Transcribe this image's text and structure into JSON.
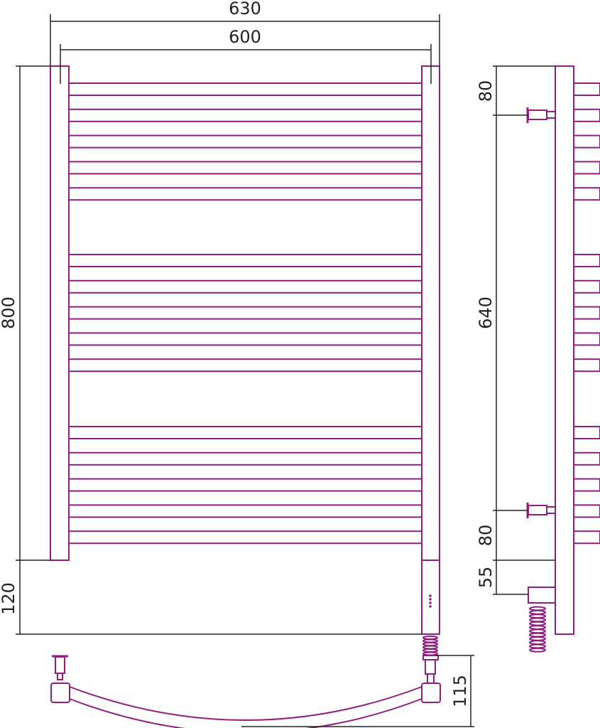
{
  "colors": {
    "product": "#8e1f80",
    "dimension": "#222222"
  },
  "front_view": {
    "dim_overall_width": "630",
    "dim_axis_width": "600",
    "dim_height": "800",
    "dim_heater_height": "120",
    "bar_groups": 3,
    "bars_per_group": 5
  },
  "side_view": {
    "dim_top": "80",
    "dim_middle": "640",
    "dim_bottom": "80",
    "dim_heater": "55"
  },
  "top_view": {
    "dim_depth": "115"
  }
}
